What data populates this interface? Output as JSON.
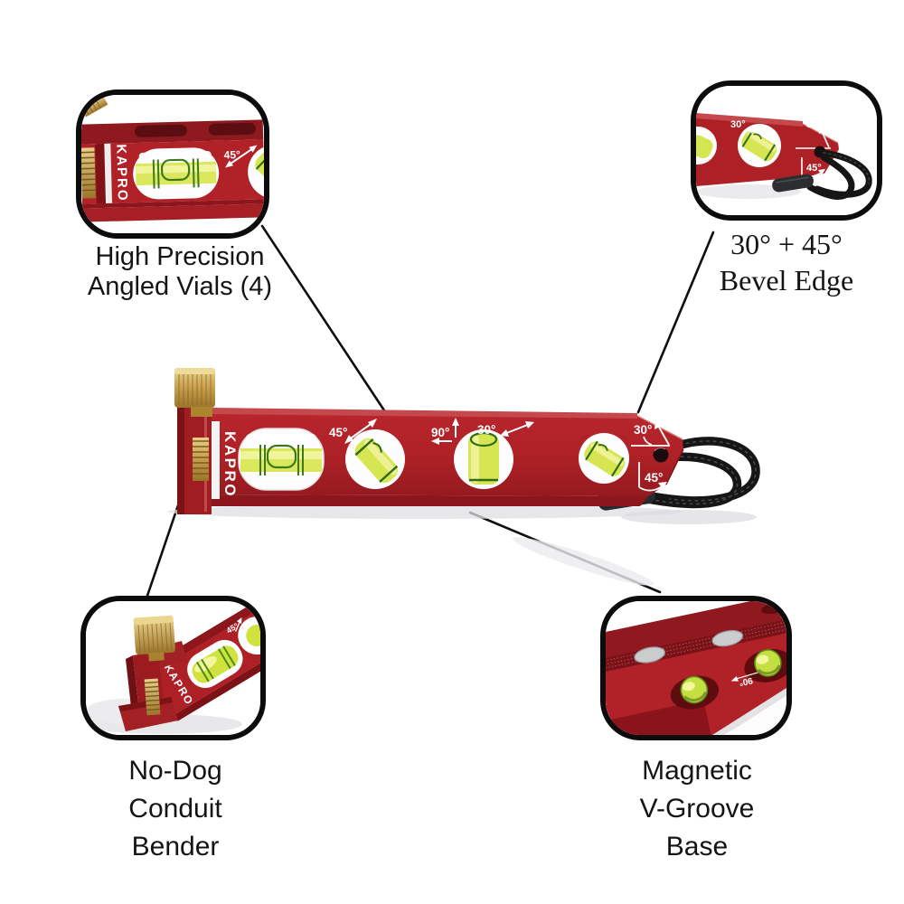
{
  "labels": {
    "top_left": {
      "line1": "High Precision",
      "line2": "Angled Vials (4)"
    },
    "top_right": {
      "line1": "30° + 45°",
      "line2": "Bevel Edge"
    },
    "bottom_left": {
      "line1": "No-Dog",
      "line2": "Conduit",
      "line3": "Bender"
    },
    "bottom_right": {
      "line1": "Magnetic",
      "line2": "V-Groove",
      "line3": "Base"
    }
  },
  "product": {
    "brand": "KAPRO",
    "markings": {
      "angle45": "45°",
      "angle90": "90°",
      "angle30": "30°",
      "bevel30": "30°",
      "bevel45": "45°"
    }
  },
  "callout_photos": {
    "top_left": {
      "brand": "KAPRO",
      "angle45": "45°"
    },
    "top_right": {
      "angle30": "30°",
      "bevel30": "30°",
      "bevel45": "45°"
    },
    "bottom_left": {
      "brand": "KAPRO",
      "angle45": "45°"
    },
    "bottom_right": {
      "angle90": "90°"
    }
  },
  "colors": {
    "body_red": "#ad2126",
    "body_red_dark": "#8c161b",
    "vial_green": "#d6e552",
    "vial_highlight": "#f0f49a",
    "brass": "#c9a24f",
    "cord_black": "#161616",
    "label_text": "#141414",
    "callout_border": "#0c0c0c",
    "background": "#ffffff"
  }
}
